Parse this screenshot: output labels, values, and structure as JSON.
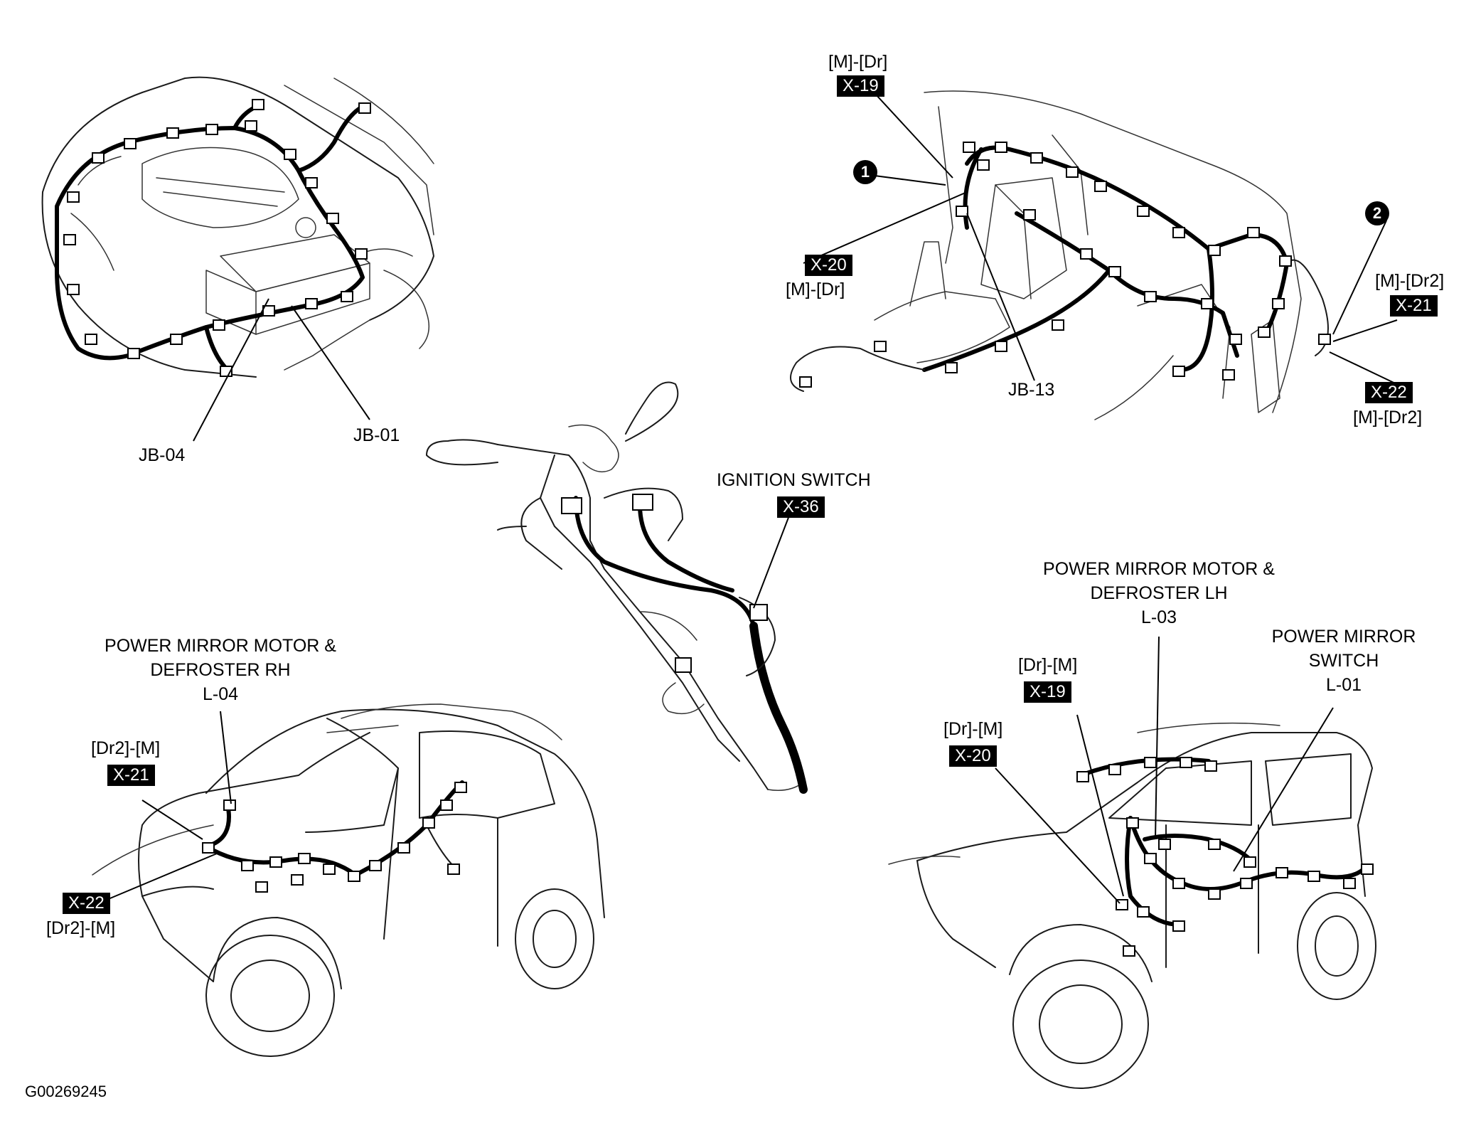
{
  "labels": {
    "jb04": "JB-04",
    "jb01": "JB-01",
    "jb13": "JB-13",
    "x19_top_pin": "[M]-[Dr]",
    "x19_top_badge": "X-19",
    "x20_top_badge": "X-20",
    "x20_top_pin": "[M]-[Dr]",
    "x21_top_pin": "[M]-[Dr2]",
    "x21_top_badge": "X-21",
    "x22_top_badge": "X-22",
    "x22_top_pin": "[M]-[Dr2]",
    "callout_1": "1",
    "callout_2": "2",
    "ignition_title": "IGNITION SWITCH",
    "ignition_badge": "X-36",
    "rh_title_line1": "POWER MIRROR MOTOR &",
    "rh_title_line2": "DEFROSTER RH",
    "rh_code": "L-04",
    "x21_left_pin": "[Dr2]-[M]",
    "x21_left_badge": "X-21",
    "x22_left_badge": "X-22",
    "x22_left_pin": "[Dr2]-[M]",
    "lh_title_line1": "POWER MIRROR MOTOR &",
    "lh_title_line2": "DEFROSTER LH",
    "lh_code": "L-03",
    "switch_line1": "POWER MIRROR",
    "switch_line2": "SWITCH",
    "switch_code": "L-01",
    "x19_right_pin": "[Dr]-[M]",
    "x19_right_badge": "X-19",
    "x20_right_pin": "[Dr]-[M]",
    "x20_right_badge": "X-20",
    "figure_code": "G00269245"
  },
  "icons": [
    "engine-bay-view",
    "dashboard-view",
    "steering-column-view",
    "vehicle-rh-view",
    "vehicle-lh-view"
  ]
}
